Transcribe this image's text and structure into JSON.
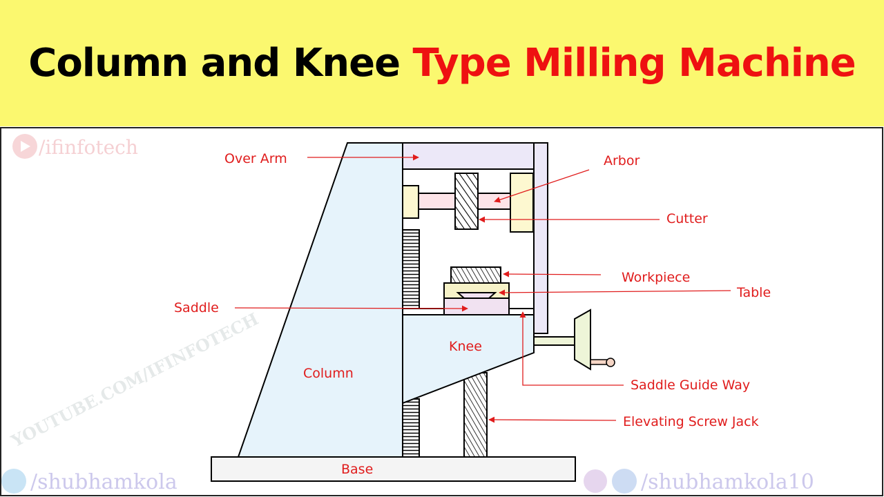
{
  "title": {
    "part1": "Column and Knee",
    "part2": "Type Milling Machine"
  },
  "colors": {
    "header_bg": "#fbf86f",
    "title_black": "#000000",
    "title_red": "#ee1111",
    "label_red": "#e01c1c",
    "column_fill": "#e6f3fb",
    "arm_fill": "#ece8f8",
    "support_fill": "#fdf8d0",
    "arbor_fill": "#fde4e8",
    "saddle_fill": "#f1e2f1",
    "table_fill": "#f6f2c8",
    "base_fill": "#f2f2f2"
  },
  "labels": {
    "over_arm": "Over Arm",
    "arbor": "Arbor",
    "cutter": "Cutter",
    "workpiece": "Workpiece",
    "table": "Table",
    "saddle": "Saddle",
    "knee": "Knee",
    "column": "Column",
    "saddle_guide_way": "Saddle Guide Way",
    "elevating_screw_jack": "Elevating Screw Jack",
    "base": "Base"
  },
  "watermarks": {
    "youtube": "/ifinfotech",
    "diagonal": "YOUTUBE.COM/IFINFOTECH",
    "twitter": "/shubhamkola",
    "instagram_facebook": "/shubhamkola10"
  },
  "icons": [
    "youtube-icon",
    "twitter-icon",
    "instagram-icon",
    "facebook-icon"
  ]
}
